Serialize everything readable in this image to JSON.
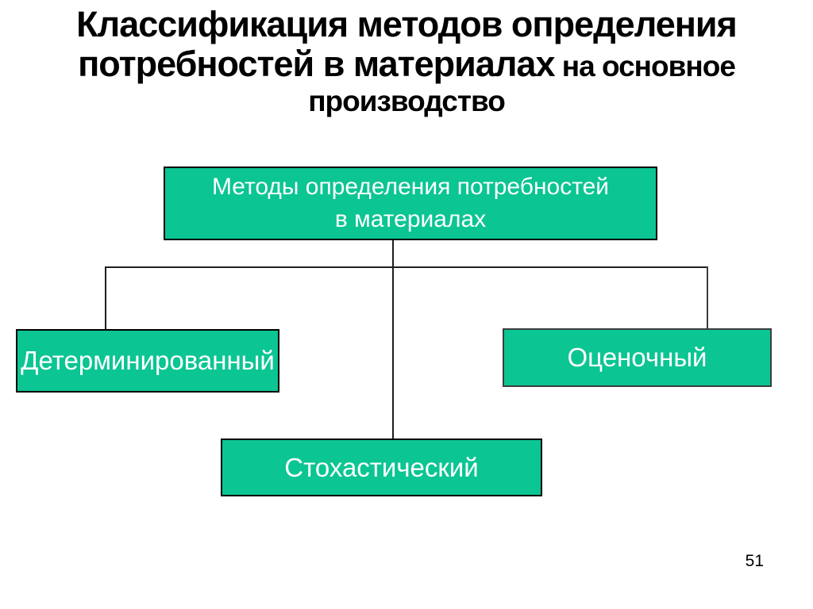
{
  "title": {
    "line1": "Классификация методов определения",
    "line2_main": "потребностей в материалах",
    "line2_tail": " на основное",
    "line3": "производство"
  },
  "diagram": {
    "root_label": "Методы определения потребностей\nв материалах",
    "children": [
      {
        "label": "Детерминированный"
      },
      {
        "label": "Стохастический"
      },
      {
        "label": "Оценочный"
      }
    ]
  },
  "page_number": "51",
  "colors": {
    "background": "#FFFFFF",
    "box_fill": "#0BC593",
    "box_border": "#000000",
    "box_text": "#FFFFFF",
    "connector": "#1F1F1F",
    "title_text": "#000000"
  }
}
